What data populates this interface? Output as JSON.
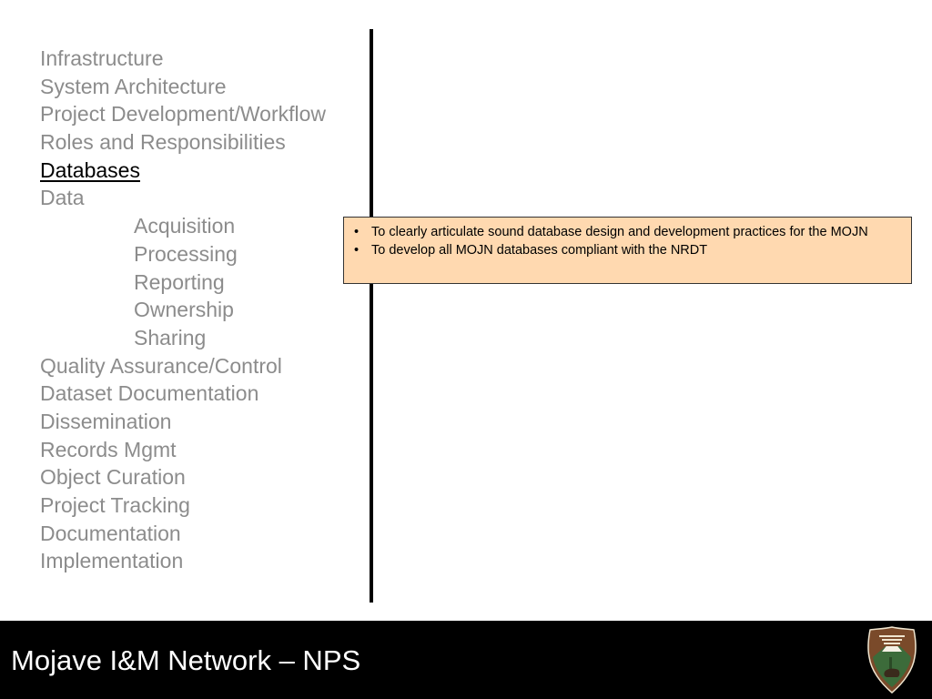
{
  "nav": {
    "items": [
      {
        "label": "Infrastructure",
        "level": 0,
        "active": false
      },
      {
        "label": "System Architecture",
        "level": 0,
        "active": false
      },
      {
        "label": "Project Development/Workflow",
        "level": 0,
        "active": false
      },
      {
        "label": "Roles and Responsibilities",
        "level": 0,
        "active": false
      },
      {
        "label": "Databases",
        "level": 0,
        "active": true
      },
      {
        "label": "Data",
        "level": 0,
        "active": false
      },
      {
        "label": "Acquisition",
        "level": 1,
        "active": false
      },
      {
        "label": "Processing",
        "level": 1,
        "active": false
      },
      {
        "label": "Reporting",
        "level": 1,
        "active": false
      },
      {
        "label": "Ownership",
        "level": 1,
        "active": false
      },
      {
        "label": "Sharing",
        "level": 1,
        "active": false
      },
      {
        "label": "Quality Assurance/Control",
        "level": 0,
        "active": false
      },
      {
        "label": "Dataset Documentation",
        "level": 0,
        "active": false
      },
      {
        "label": "Dissemination",
        "level": 0,
        "active": false
      },
      {
        "label": "Records Mgmt",
        "level": 0,
        "active": false
      },
      {
        "label": "Object Curation",
        "level": 0,
        "active": false
      },
      {
        "label": "Project Tracking",
        "level": 0,
        "active": false
      },
      {
        "label": "Documentation",
        "level": 0,
        "active": false
      },
      {
        "label": "Implementation",
        "level": 0,
        "active": false
      }
    ],
    "text_color": "#8c8c8c",
    "active_color": "#000000"
  },
  "callout": {
    "bullets": [
      "To clearly articulate sound database design and development practices for the MOJN",
      "To develop all MOJN databases compliant with the NRDT"
    ],
    "background": "#ffd9b0"
  },
  "footer": {
    "title": "Mojave I&M Network – NPS",
    "logo_icon": "nps-arrowhead-icon",
    "background": "#000000"
  }
}
